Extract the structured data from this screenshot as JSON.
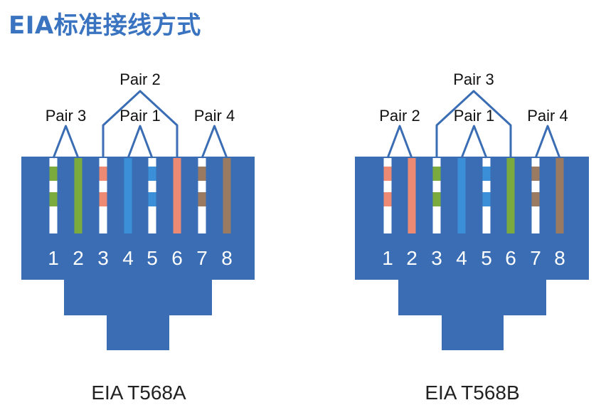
{
  "page": {
    "title": "EIA标准接线方式"
  },
  "palette": {
    "jack_blue": "#3a6db3",
    "bracket_blue": "#3a6db3",
    "wire_white": "#ffffff",
    "green": "#7aab3c",
    "orange": "#ec8a74",
    "blue": "#3b8fd8",
    "brown": "#9a7a60"
  },
  "connectors": [
    {
      "caption": "EIA T568A",
      "pins": [
        "1",
        "2",
        "3",
        "4",
        "5",
        "6",
        "7",
        "8"
      ],
      "wires": [
        {
          "base": "white",
          "stripe": "green"
        },
        {
          "base": "green",
          "stripe": null
        },
        {
          "base": "white",
          "stripe": "orange"
        },
        {
          "base": "blue",
          "stripe": null
        },
        {
          "base": "white",
          "stripe": "blue"
        },
        {
          "base": "orange",
          "stripe": null
        },
        {
          "base": "white",
          "stripe": "brown"
        },
        {
          "base": "brown",
          "stripe": null
        }
      ],
      "pairs": [
        {
          "label": "Pair 3",
          "pins": [
            1,
            2
          ],
          "tier": "low"
        },
        {
          "label": "Pair 1",
          "pins": [
            4,
            5
          ],
          "tier": "low"
        },
        {
          "label": "Pair 4",
          "pins": [
            7,
            8
          ],
          "tier": "low"
        },
        {
          "label": "Pair 2",
          "pins": [
            3,
            6
          ],
          "tier": "high"
        }
      ]
    },
    {
      "caption": "EIA T568B",
      "pins": [
        "1",
        "2",
        "3",
        "4",
        "5",
        "6",
        "7",
        "8"
      ],
      "wires": [
        {
          "base": "white",
          "stripe": "orange"
        },
        {
          "base": "orange",
          "stripe": null
        },
        {
          "base": "white",
          "stripe": "green"
        },
        {
          "base": "blue",
          "stripe": null
        },
        {
          "base": "white",
          "stripe": "blue"
        },
        {
          "base": "green",
          "stripe": null
        },
        {
          "base": "white",
          "stripe": "brown"
        },
        {
          "base": "brown",
          "stripe": null
        }
      ],
      "pairs": [
        {
          "label": "Pair 2",
          "pins": [
            1,
            2
          ],
          "tier": "low"
        },
        {
          "label": "Pair 1",
          "pins": [
            4,
            5
          ],
          "tier": "low"
        },
        {
          "label": "Pair 4",
          "pins": [
            7,
            8
          ],
          "tier": "low"
        },
        {
          "label": "Pair 3",
          "pins": [
            3,
            6
          ],
          "tier": "high"
        }
      ]
    }
  ]
}
